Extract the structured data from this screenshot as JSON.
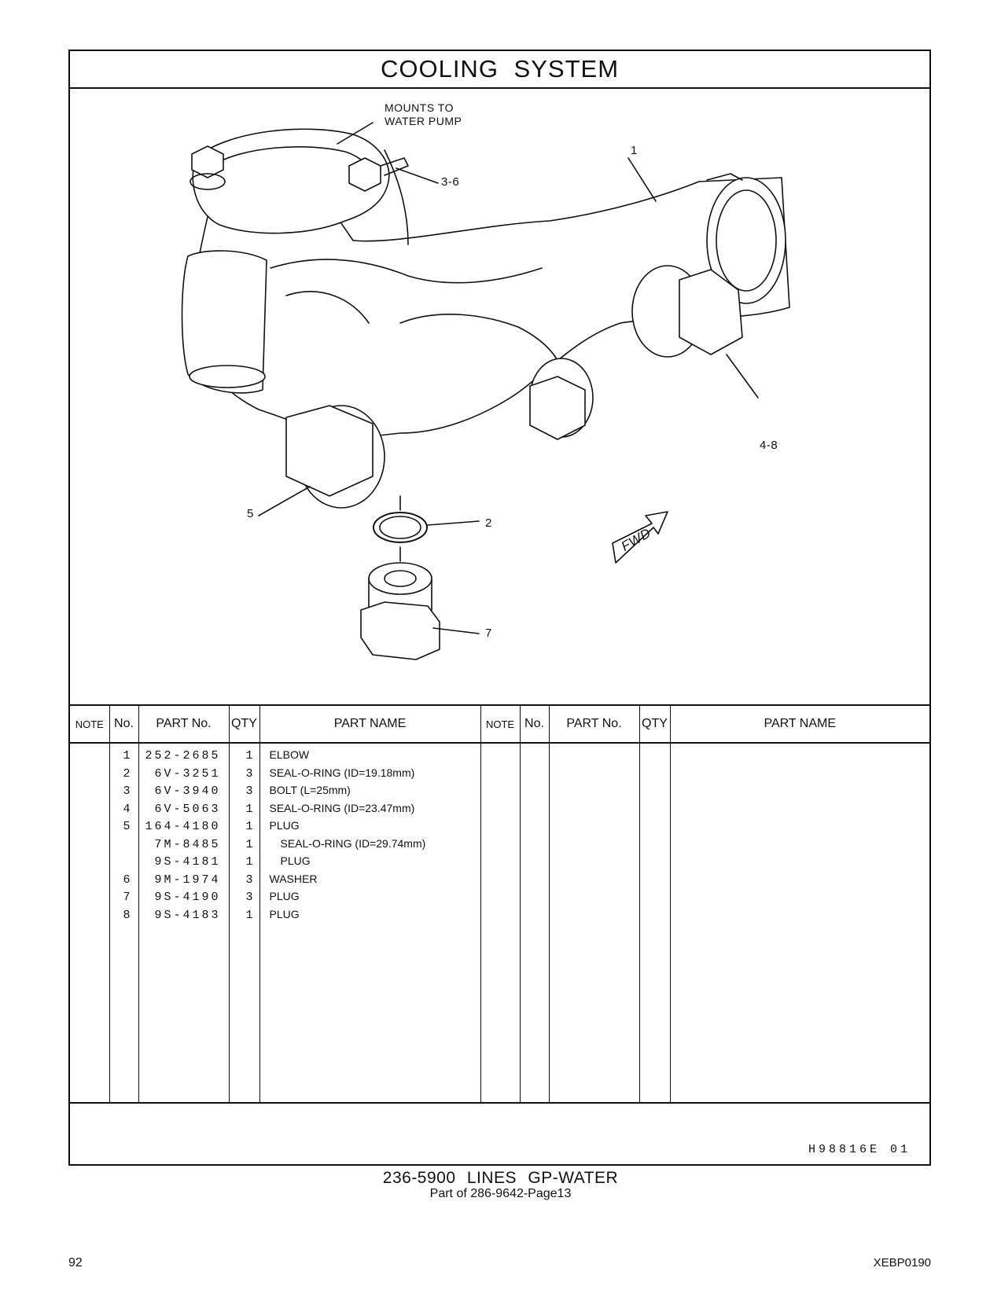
{
  "title": "COOLING SYSTEM",
  "illustration": {
    "note_lines": [
      "MOUNTS TO",
      "WATER PUMP"
    ],
    "callouts": [
      "1",
      "3-6",
      "4-8",
      "5",
      "2",
      "7"
    ],
    "fwd_label": "FWD",
    "code": "H98816E 01"
  },
  "table": {
    "headers": [
      "NOTE",
      "No.",
      "PART No.",
      "QTY",
      "PART NAME",
      "NOTE",
      "No.",
      "PART No.",
      "QTY",
      "PART NAME"
    ],
    "rows": [
      {
        "no": "1",
        "part": "252-2685",
        "qty": "1",
        "name": "ELBOW"
      },
      {
        "no": "2",
        "part": "6V-3251",
        "qty": "3",
        "name": "SEAL-O-RING (ID=19.18mm)"
      },
      {
        "no": "3",
        "part": "6V-3940",
        "qty": "3",
        "name": "BOLT (L=25mm)"
      },
      {
        "no": "4",
        "part": "6V-5063",
        "qty": "1",
        "name": "SEAL-O-RING (ID=23.47mm)"
      },
      {
        "no": "5",
        "part": "164-4180",
        "qty": "1",
        "name": "PLUG"
      },
      {
        "no": "",
        "part": "7M-8485",
        "qty": "1",
        "name": "SEAL-O-RING (ID=29.74mm)"
      },
      {
        "no": "",
        "part": "9S-4181",
        "qty": "1",
        "name": "PLUG"
      },
      {
        "no": "6",
        "part": "9M-1974",
        "qty": "3",
        "name": "WASHER"
      },
      {
        "no": "7",
        "part": "9S-4190",
        "qty": "3",
        "name": "PLUG"
      },
      {
        "no": "8",
        "part": "9S-4183",
        "qty": "1",
        "name": "PLUG"
      }
    ]
  },
  "footer": {
    "group": "236-5900 LINES GP-WATER",
    "part_of": "Part of 286-9642-Page13",
    "page": "92",
    "doc": "XEBP0190"
  }
}
